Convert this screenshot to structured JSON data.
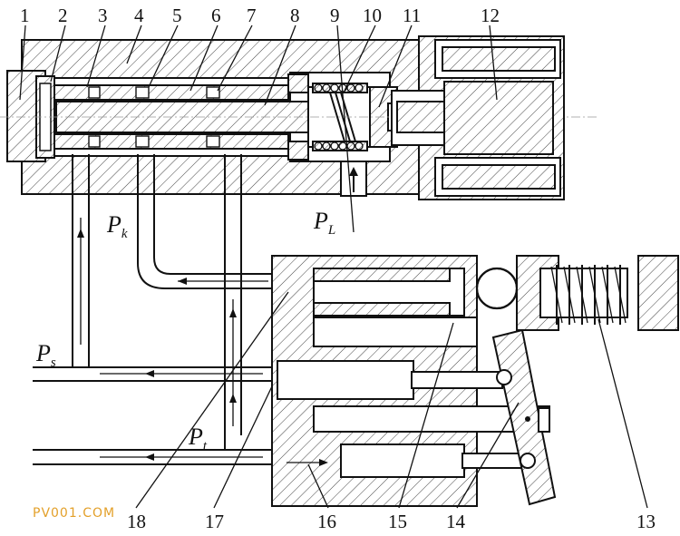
{
  "part_labels": [
    "1",
    "2",
    "3",
    "4",
    "5",
    "6",
    "7",
    "8",
    "9",
    "10",
    "11",
    "12",
    "13",
    "14",
    "15",
    "16",
    "17",
    "18"
  ],
  "pressure_labels": {
    "pk_main": "P",
    "pk_sub": "k",
    "pl_main": "P",
    "pl_sub": "L",
    "ps_main": "P",
    "ps_sub": "s",
    "pt_main": "P",
    "pt_sub": "t"
  },
  "watermark": "PV001.COM"
}
